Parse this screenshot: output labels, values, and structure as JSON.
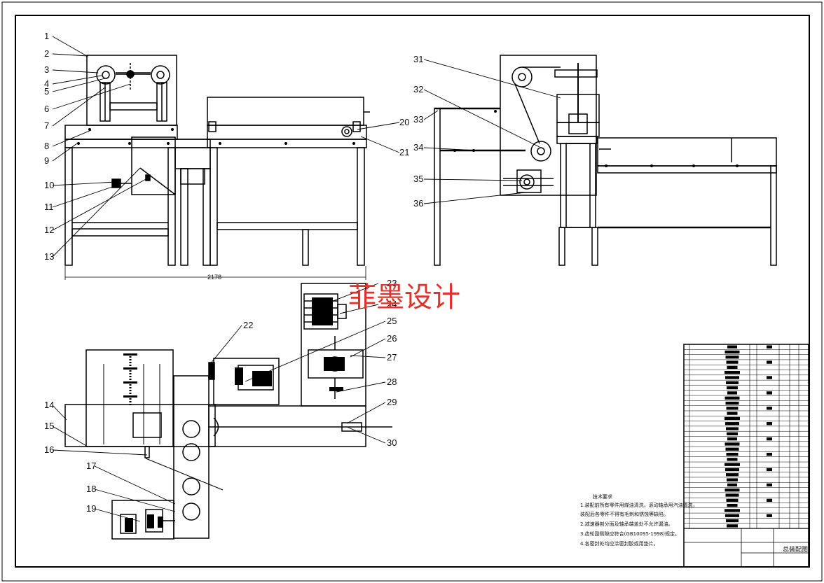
{
  "part_labels": [
    "1",
    "2",
    "3",
    "4",
    "5",
    "6",
    "7",
    "8",
    "9",
    "10",
    "11",
    "12",
    "13",
    "14",
    "15",
    "16",
    "17",
    "18",
    "19",
    "20",
    "21",
    "22",
    "23",
    "24",
    "25",
    "26",
    "27",
    "28",
    "29",
    "30",
    "31",
    "32",
    "33",
    "34",
    "35",
    "36"
  ],
  "dimension": "2178",
  "watermark": "菲墨设计",
  "notes": {
    "heading": "技术要求",
    "lines": [
      "1.装配前所有零件用煤油清洗，滚动轴承用汽油清洗，",
      "装配后各零件不得有毛刺和锈蚀等缺陷。",
      "2.减速器剖分面及轴承端盖处不允许漏油。",
      "3.齿轮副侧隙应符合(GB10095-1998)规定。",
      "4.各密封处均应涂密封胶或用垫片。"
    ]
  },
  "title_block": {
    "title": "总装配图"
  },
  "colors": {
    "line": "#000000",
    "watermark": "#e0332e"
  }
}
